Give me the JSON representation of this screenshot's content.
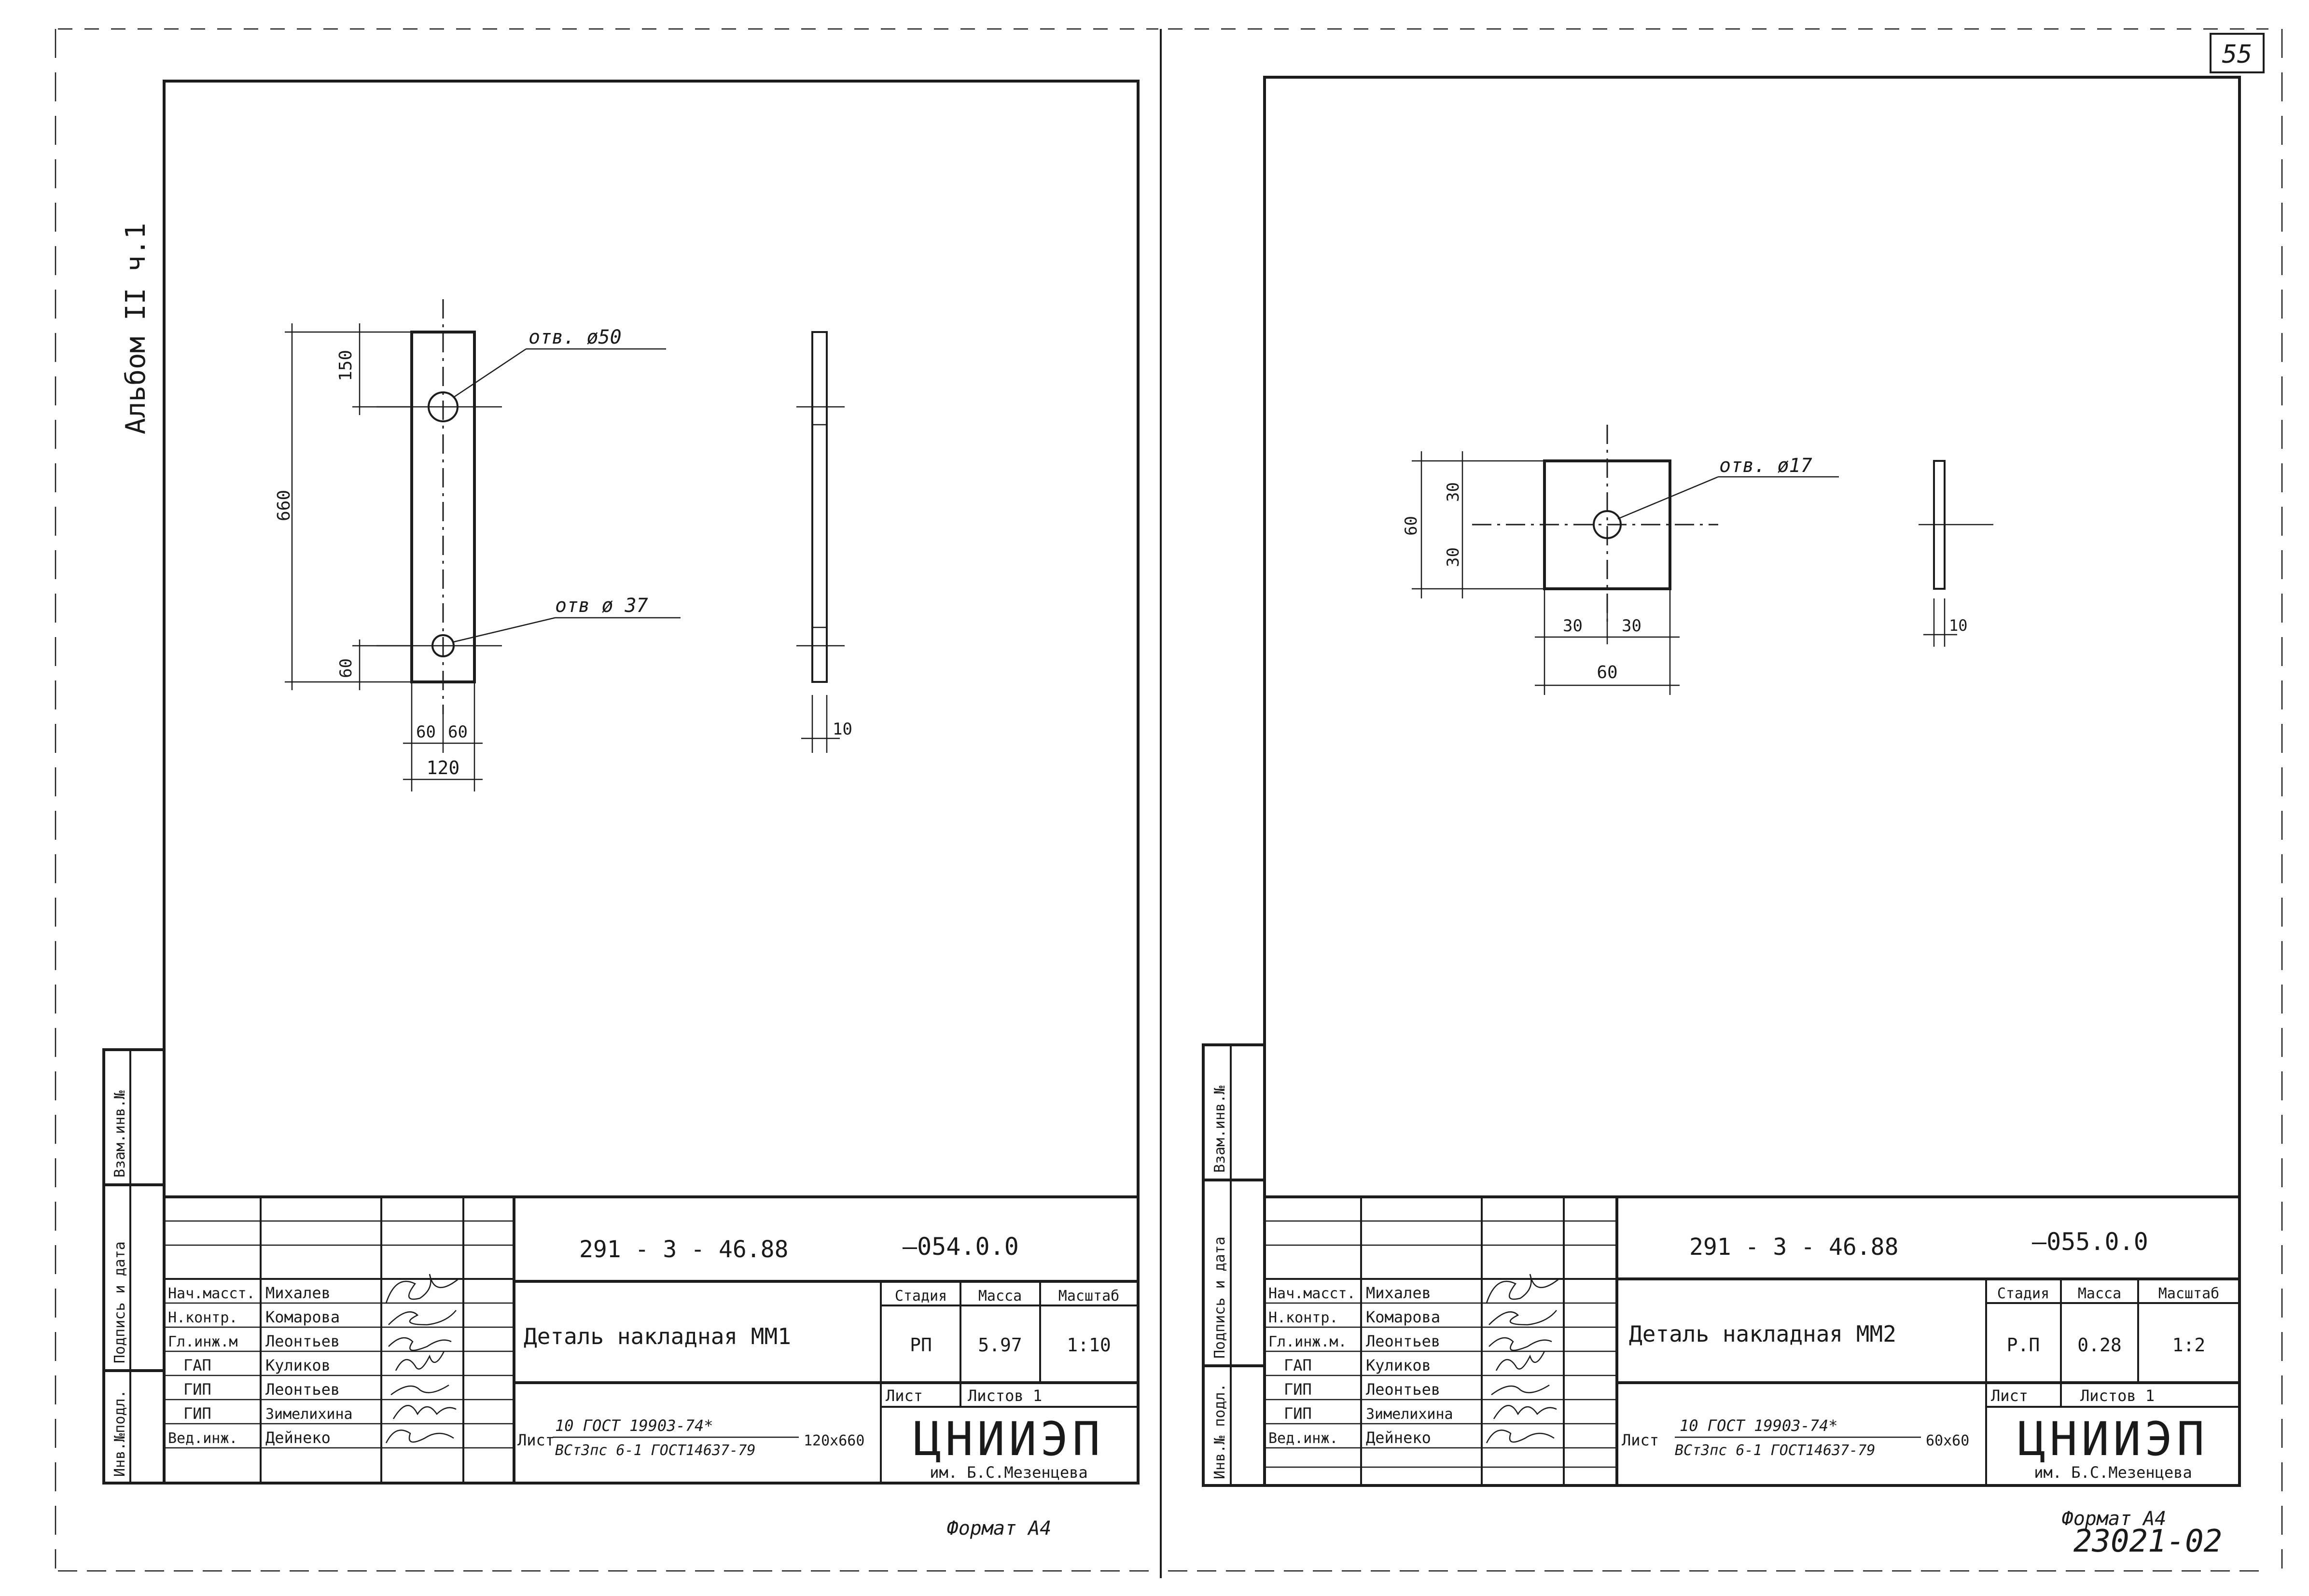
{
  "page_number": "55",
  "album_label": "Альбом  II  ч.1",
  "archive_number": "23021-02",
  "sheets": [
    {
      "id": "left",
      "drawing_number": "291 - 3 - 46.88",
      "sheet_code": "–054.0.0",
      "title": "Деталь накладная ММ1",
      "stage": "РП",
      "mass": "5.97",
      "scale": "1:10",
      "sheet_label": "Лист",
      "sheets_label": "Листов  1",
      "material_prefix": "Лист",
      "material_top": "10 ГОСТ 19903-74*",
      "material_bottom": "ВСт3пс 6-1 ГОСТ14637-79",
      "material_size": "120x660",
      "org_name": "ЦНИИЭП",
      "org_sub": "им. Б.С.Мезенцева",
      "format": "Формат  А4",
      "col_headers": {
        "stage": "Стадия",
        "mass": "Масса",
        "scale": "Масштаб"
      },
      "staff": [
        {
          "role": "Нач.масст.",
          "name": "Михалев"
        },
        {
          "role": "Н.контр.",
          "name": "Комарова"
        },
        {
          "role": "Гл.инж.м",
          "name": "Леонтьев"
        },
        {
          "role": "ГАП",
          "name": "Куликов"
        },
        {
          "role": "ГИП",
          "name": "Леонтьев"
        },
        {
          "role": "ГИП",
          "name": "Зимелихина"
        },
        {
          "role": "Вед.инж.",
          "name": "Дейнеко"
        }
      ],
      "side_labels": [
        "Инв.№подл.",
        "Подпись и дата",
        "Взам.инв.№"
      ],
      "drawing": {
        "hole_top": "отв. ø50",
        "hole_bottom": "отв ø 37",
        "dims": [
          "150",
          "660",
          "60",
          "60",
          "60",
          "120",
          "10"
        ]
      }
    },
    {
      "id": "right",
      "drawing_number": "291 - 3 - 46.88",
      "sheet_code": "–055.0.0",
      "title": "Деталь накладная ММ2",
      "stage": "Р.П",
      "mass": "0.28",
      "scale": "1:2",
      "sheet_label": "Лист",
      "sheets_label": "Листов 1",
      "material_prefix": "Лист",
      "material_top": "10 ГОСТ 19903-74*",
      "material_bottom": "ВСт3пс 6-1 ГОСТ14637-79",
      "material_size": "60x60",
      "org_name": "ЦНИИЭП",
      "org_sub": "им. Б.С.Мезенцева",
      "format": "Формат  А4",
      "col_headers": {
        "stage": "Стадия",
        "mass": "Масса",
        "scale": "Масштаб"
      },
      "staff": [
        {
          "role": "Нач.масст.",
          "name": "Михалев"
        },
        {
          "role": "Н.контр.",
          "name": "Комарова"
        },
        {
          "role": "Гл.инж.м.",
          "name": "Леонтьев"
        },
        {
          "role": "ГАП",
          "name": "Куликов"
        },
        {
          "role": "ГИП",
          "name": "Леонтьев"
        },
        {
          "role": "ГИП",
          "name": "Зимелихина"
        },
        {
          "role": "Вед.инж.",
          "name": "Дейнеко"
        }
      ],
      "side_labels": [
        "Инв.№ подл.",
        "Подпись и дата",
        "Взам.инв.№"
      ],
      "drawing": {
        "hole": "отв. ø17",
        "dims": [
          "30",
          "30",
          "60",
          "30",
          "30",
          "60",
          "10"
        ]
      }
    }
  ]
}
